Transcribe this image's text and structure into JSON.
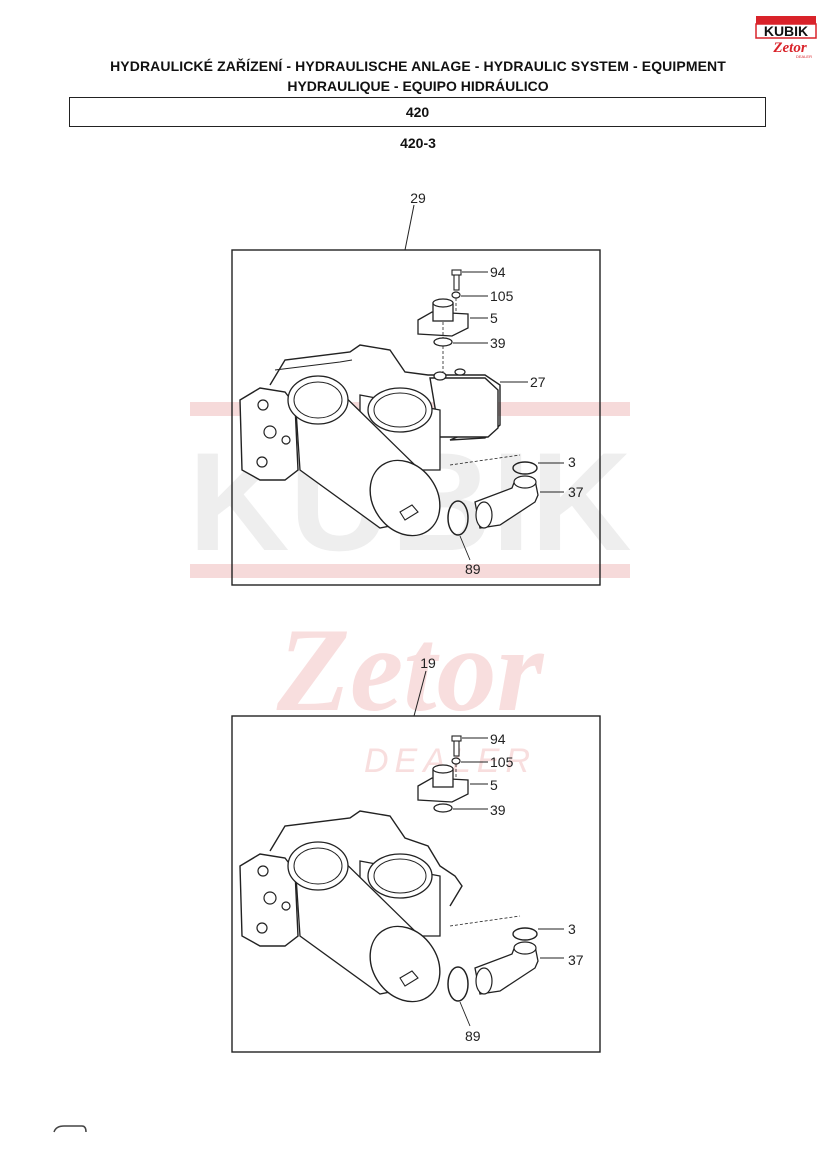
{
  "header": {
    "brand_logo_text": "KUBIK",
    "brand_sub_logo_text": "Zetor",
    "brand_sub_logo_small": "DEALER",
    "title_line1": "HYDRAULICKÉ ZAŘÍZENÍ - HYDRAULISCHE ANLAGE - HYDRAULIC SYSTEM - EQUIPMENT",
    "title_line2": "HYDRAULIQUE - EQUIPO HIDRÁULICO",
    "group_number": "420",
    "subgroup_number": "420-3"
  },
  "watermark": {
    "top_text": "KUBIK",
    "middle_text": "Zetor",
    "bottom_text": "DEALER"
  },
  "diagrams": [
    {
      "assembly_label": "29",
      "callouts": [
        "94",
        "105",
        "5",
        "39",
        "27",
        "3",
        "37",
        "89"
      ]
    },
    {
      "assembly_label": "19",
      "callouts": [
        "94",
        "105",
        "5",
        "39",
        "3",
        "37",
        "89"
      ]
    }
  ],
  "colors": {
    "brand_red": "#d9232a",
    "watermark_red": "#f5cfcf",
    "line": "#222222"
  }
}
